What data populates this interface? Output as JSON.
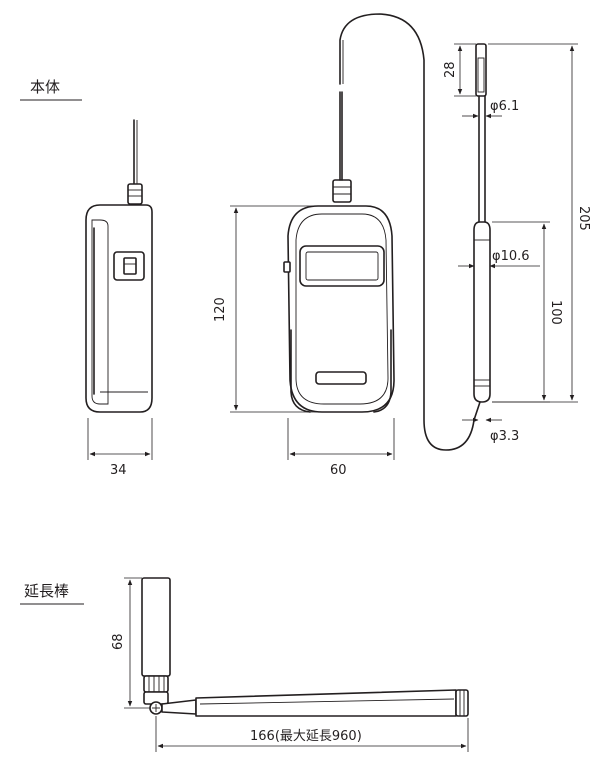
{
  "sections": {
    "body_title": "本体",
    "rod_title": "延長棒"
  },
  "dimensions": {
    "side_width": "34",
    "front_width": "60",
    "front_height": "120",
    "probe_tip_length": "28",
    "probe_tip_diameter": "φ6.1",
    "probe_handle_diameter": "φ10.6",
    "probe_handle_length": "100",
    "probe_total_length": "205",
    "cable_diameter": "φ3.3",
    "rod_height": "68",
    "rod_length": "166(最大延長960)"
  }
}
